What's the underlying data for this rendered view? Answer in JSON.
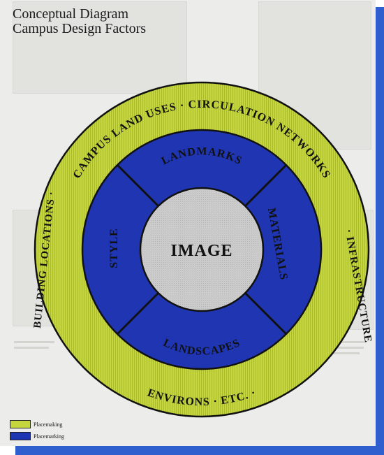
{
  "title": {
    "line1": "Conceptual Diagram",
    "line2": "Campus Design Factors"
  },
  "diagram": {
    "outer_ring_top": "CAMPUS LAND USES · CIRCULATION NETWORKS",
    "outer_ring_right": "· INFRASTRUCTURE",
    "outer_ring_bottom": "ENVIRONS · ETC. ·",
    "outer_ring_left": "BUILDING LOCATIONS ·",
    "separator_dot": "·",
    "middle_top": "LANDMARKS",
    "middle_right": "MATERIALS",
    "middle_bottom": "LANDSCAPES",
    "middle_left": "STYLE",
    "center": "IMAGE"
  },
  "legend": [
    {
      "label": "Placemaking",
      "color": "#c3d43c"
    },
    {
      "label": "Placemarking",
      "color": "#1f35b2"
    }
  ],
  "colors": {
    "outer_ring": "#c3d43c",
    "middle_ring": "#1f35b2",
    "center": "#c8c8c8",
    "text": "#111111"
  }
}
